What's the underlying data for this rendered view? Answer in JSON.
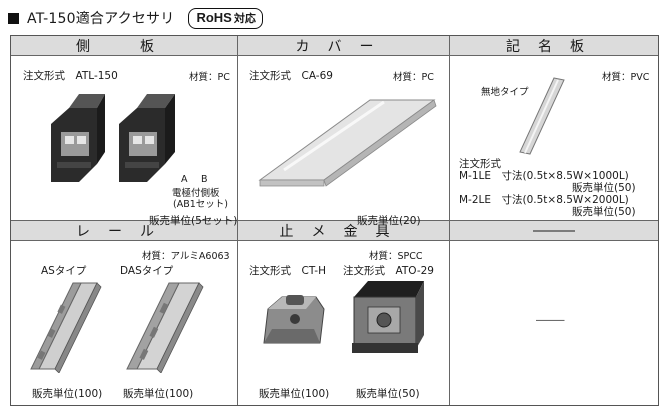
{
  "header": {
    "title": "AT-150適合アクセサリ",
    "rohs_label": "RoHS",
    "rohs_suffix": "対応"
  },
  "sections": {
    "side_plate": {
      "header": "側　板",
      "model_label": "注文形式　ATL-150",
      "material": "材質：PC",
      "label_a": "A",
      "label_b": "B",
      "electrode_note": "電極付側板",
      "set_note": "(AB1セット)",
      "sales_unit": "販売単位(5セット)"
    },
    "cover": {
      "header": "カバー",
      "model_label": "注文形式　CA-69",
      "material": "材質：PC",
      "sales_unit": "販売単位(20)"
    },
    "name_plate": {
      "header": "記名板",
      "material": "材質：PVC",
      "type_note": "無地タイプ",
      "order_label": "注文形式",
      "item1": "M-1LE　寸法(0.5t×8.5W×1000L)",
      "item1_unit": "販売単位(50)",
      "item2": "M-2LE　寸法(0.5t×8.5W×2000L)",
      "item2_unit": "販売単位(50)"
    },
    "rail": {
      "header": "レール",
      "material": "材質：アルミA6063",
      "as_type": "ASタイプ",
      "das_type": "DASタイプ",
      "as_unit": "販売単位(100)",
      "das_unit": "販売単位(100)"
    },
    "stopper": {
      "header": "止メ金具",
      "material": "材質：SPCC",
      "model1": "注文形式　CT-H",
      "model2": "注文形式　ATO-29",
      "unit1": "販売単位(100)",
      "unit2": "販売単位(50)"
    },
    "empty": {
      "header": "―――",
      "body": "―――"
    }
  },
  "colors": {
    "header_bg": "#dcdcdc",
    "border": "#666666",
    "metal_dark": "#2a2a2a",
    "metal_light": "#c8c8c8"
  }
}
